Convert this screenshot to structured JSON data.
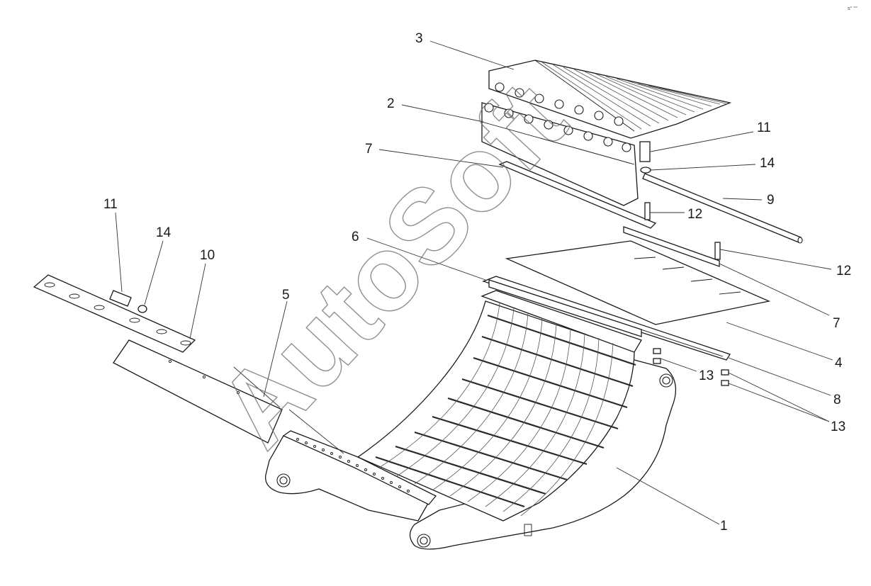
{
  "watermark": "AutoSoft",
  "corner_mark": "s° °°",
  "callouts": [
    {
      "id": "c3",
      "label": "3"
    },
    {
      "id": "c2",
      "label": "2"
    },
    {
      "id": "c7a",
      "label": "7"
    },
    {
      "id": "c11a",
      "label": "11"
    },
    {
      "id": "c14a",
      "label": "14"
    },
    {
      "id": "c9",
      "label": "9"
    },
    {
      "id": "c12a",
      "label": "12"
    },
    {
      "id": "c6",
      "label": "6"
    },
    {
      "id": "c12b",
      "label": "12"
    },
    {
      "id": "c7b",
      "label": "7"
    },
    {
      "id": "c4",
      "label": "4"
    },
    {
      "id": "c8",
      "label": "8"
    },
    {
      "id": "c13a",
      "label": "13"
    },
    {
      "id": "c13b",
      "label": "13"
    },
    {
      "id": "c1",
      "label": "1"
    },
    {
      "id": "c5",
      "label": "5"
    },
    {
      "id": "c10",
      "label": "10"
    },
    {
      "id": "c14b",
      "label": "14"
    },
    {
      "id": "c11b",
      "label": "11"
    }
  ]
}
